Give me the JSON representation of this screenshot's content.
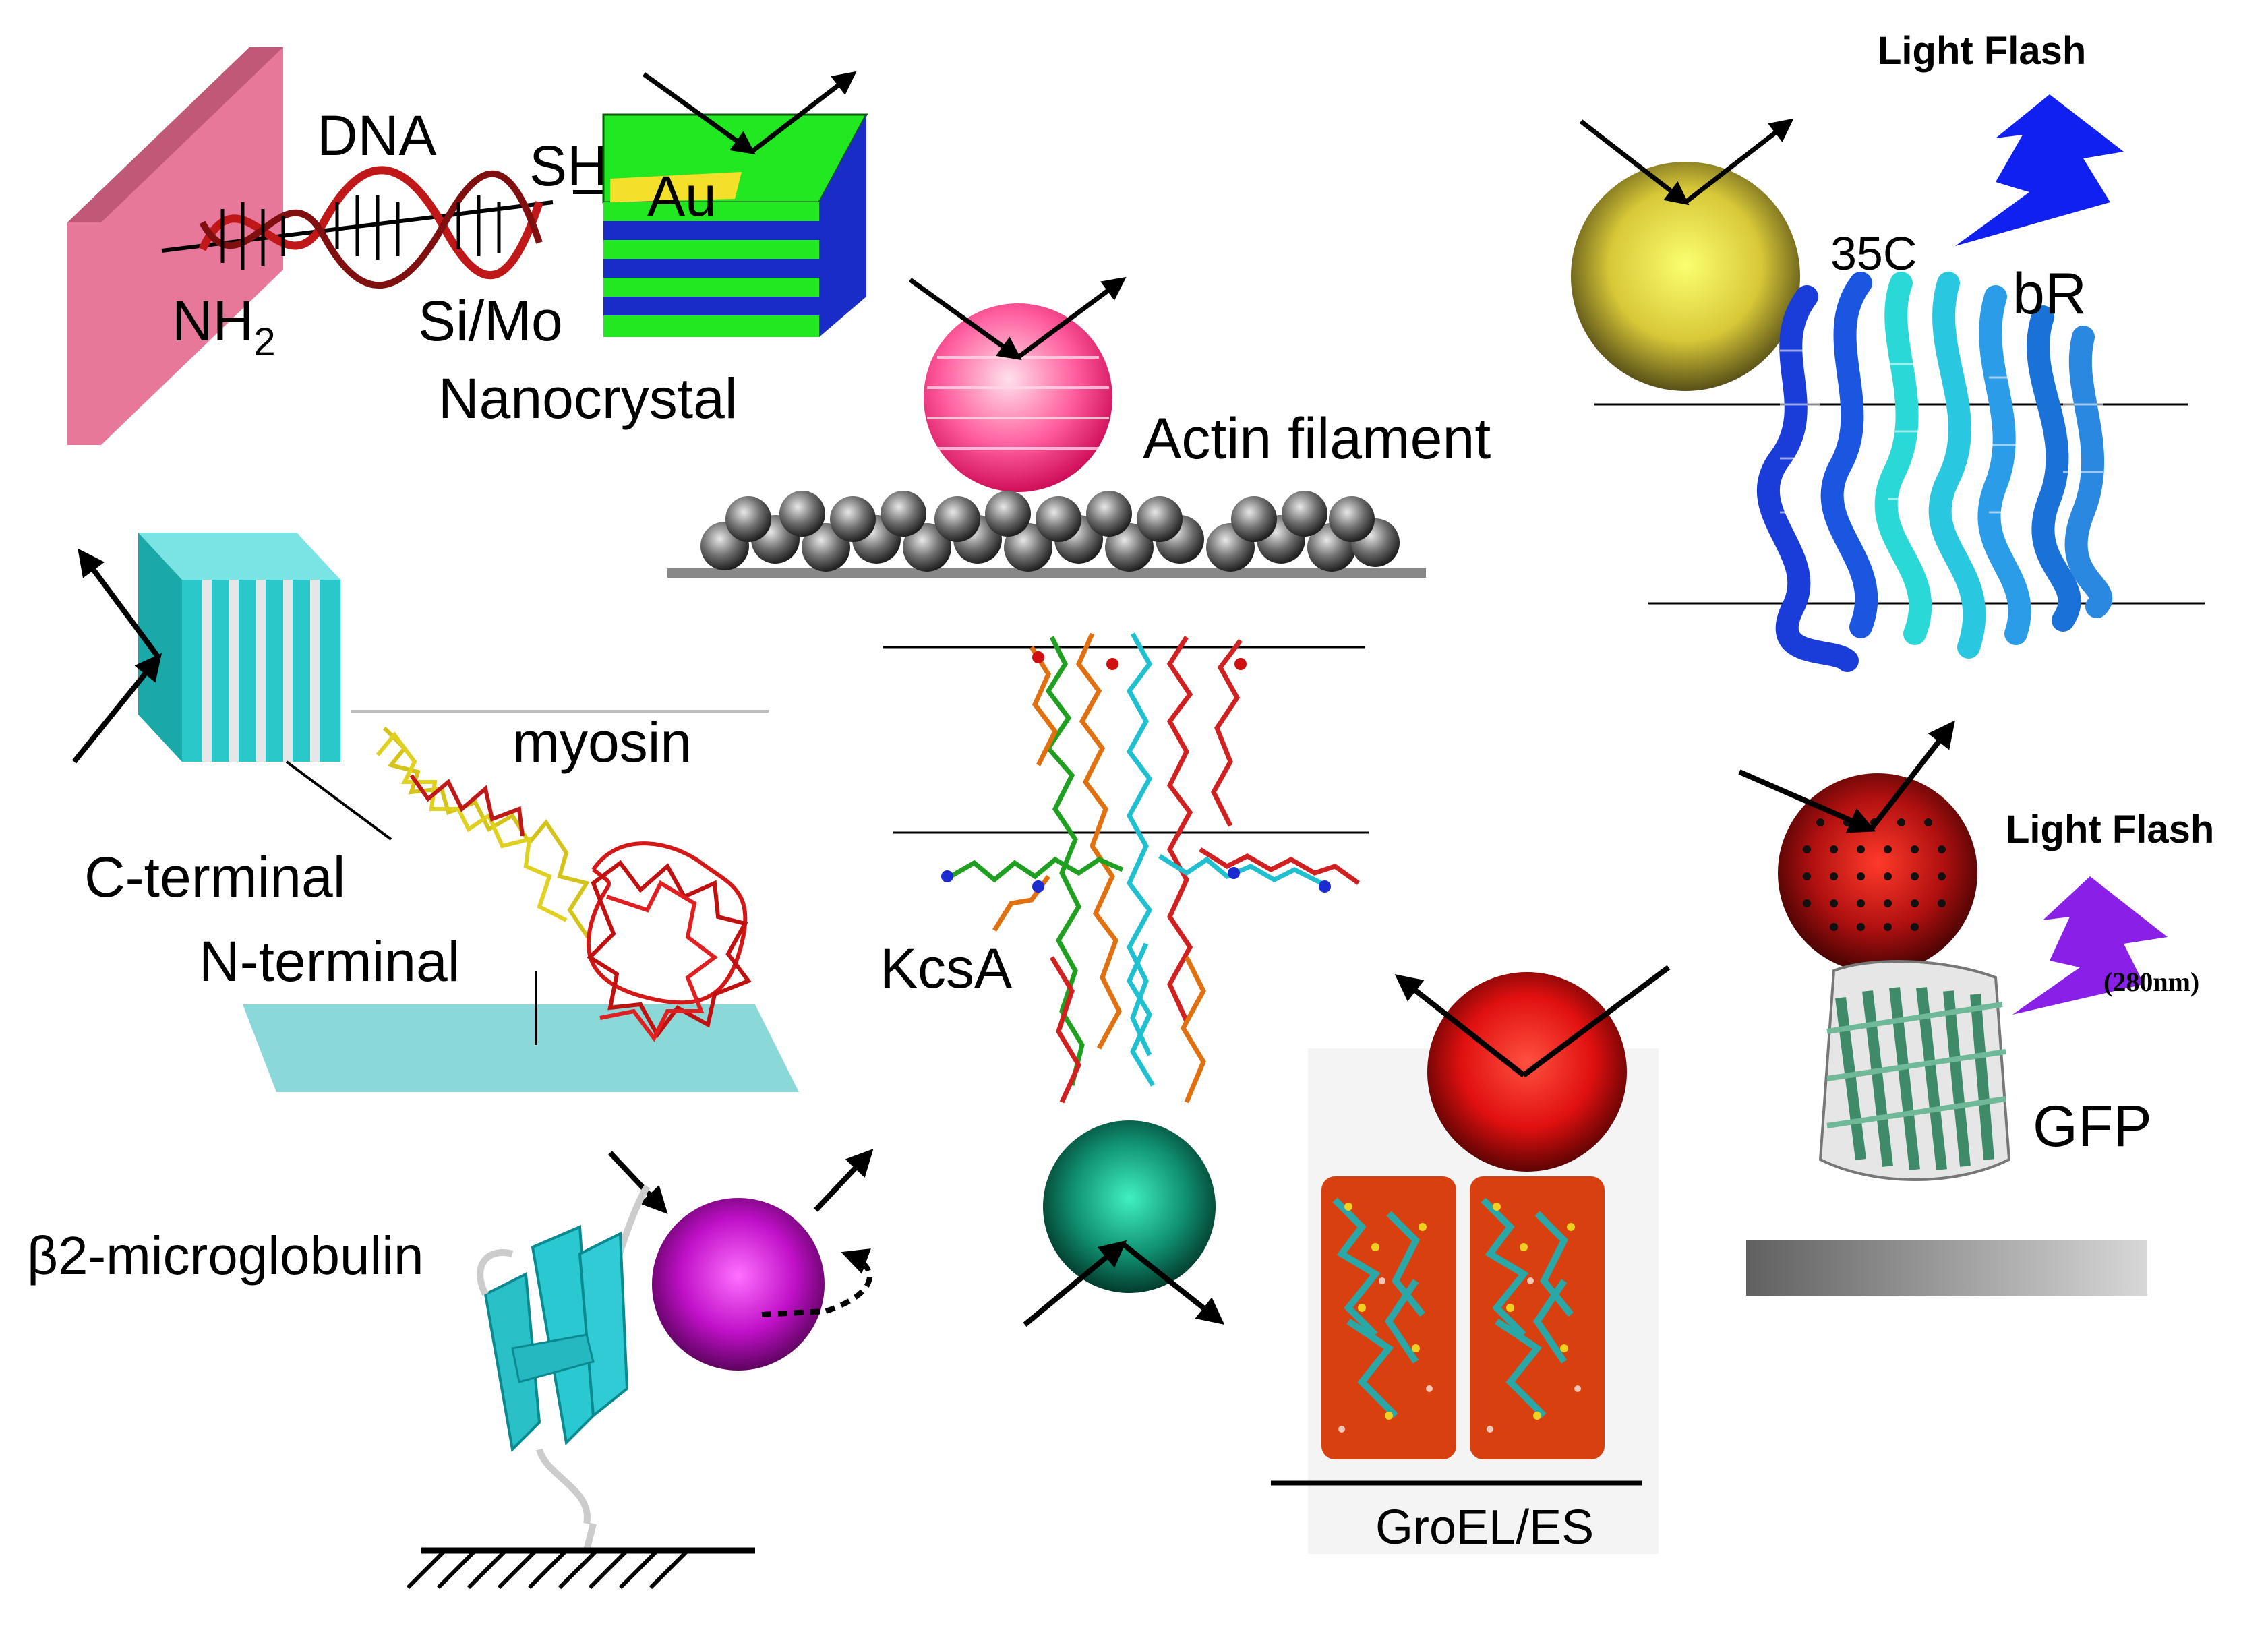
{
  "labels": {
    "dna": "DNA",
    "sh": "SH",
    "au": "Au",
    "nh2_base": "NH",
    "nh2_sub": "2",
    "simo": "Si/Mo",
    "nanocrystal": "Nanocrystal",
    "actin": "Actin filament",
    "light_flash_top": "Light Flash",
    "c35": "35C",
    "br": "bR",
    "myosin": "myosin",
    "c_terminal": "C-terminal",
    "n_terminal": "N-terminal",
    "kcsa": "KcsA",
    "light_flash_right": "Light Flash",
    "wavelength": "(280nm)",
    "gfp": "GFP",
    "b2m": "β2-microglobulin",
    "groel": "GroEL/ES"
  },
  "colors": {
    "pink_plate": "#e8789a",
    "green_layer": "#22e822",
    "blue_layer": "#1a2cc8",
    "gold": "#f4e02a",
    "lightning_blue": "#1020f0",
    "lightning_violet": "#8a20e8",
    "pink_sphere": "#ff3c8c",
    "yellow_sphere": "#c8b830",
    "red_sphere": "#e01010",
    "dark_red_sphere": "#b01010",
    "teal_sphere": "#10b088",
    "magenta_sphere": "#c010c8",
    "cyan_crystal": "#2ac8c8",
    "br_blue": "#1a3cd8",
    "br_cyan": "#2ad8d8"
  }
}
